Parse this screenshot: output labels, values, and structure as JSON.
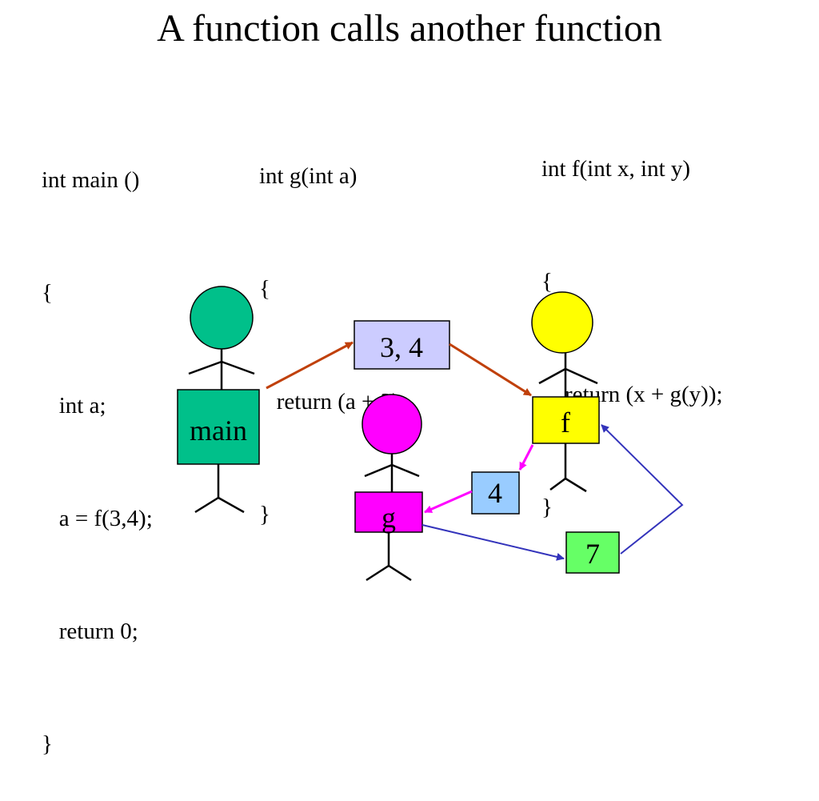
{
  "title": "A function calls another function",
  "code": {
    "main": [
      "int main ()",
      "{",
      "   int a;",
      "   a = f(3,4);",
      "   return 0;",
      "}"
    ],
    "g": [
      "int g(int a)",
      "{",
      "   return (a + 3);",
      "}"
    ],
    "f": [
      "int f(int x, int y)",
      "{",
      "    return (x + g(y));",
      "}"
    ]
  },
  "figures": {
    "main": {
      "label": "main",
      "head_color": "#00C08A",
      "body_color": "#00C08A"
    },
    "f": {
      "label": "f",
      "head_color": "#FFFF00",
      "body_color": "#FFFF00"
    },
    "g": {
      "label": "g",
      "head_color": "#FF00FF",
      "body_color": "#FF00FF"
    }
  },
  "values": {
    "args": {
      "label": "3, 4",
      "color": "#CCCCFF"
    },
    "y": {
      "label": "4",
      "color": "#99CCFF"
    },
    "result": {
      "label": "7",
      "color": "#66FF66"
    }
  },
  "arrow_colors": {
    "main_to_f": "#C0400A",
    "f_to_g": "#FF00FF",
    "g_to_f": "#3333BB"
  }
}
